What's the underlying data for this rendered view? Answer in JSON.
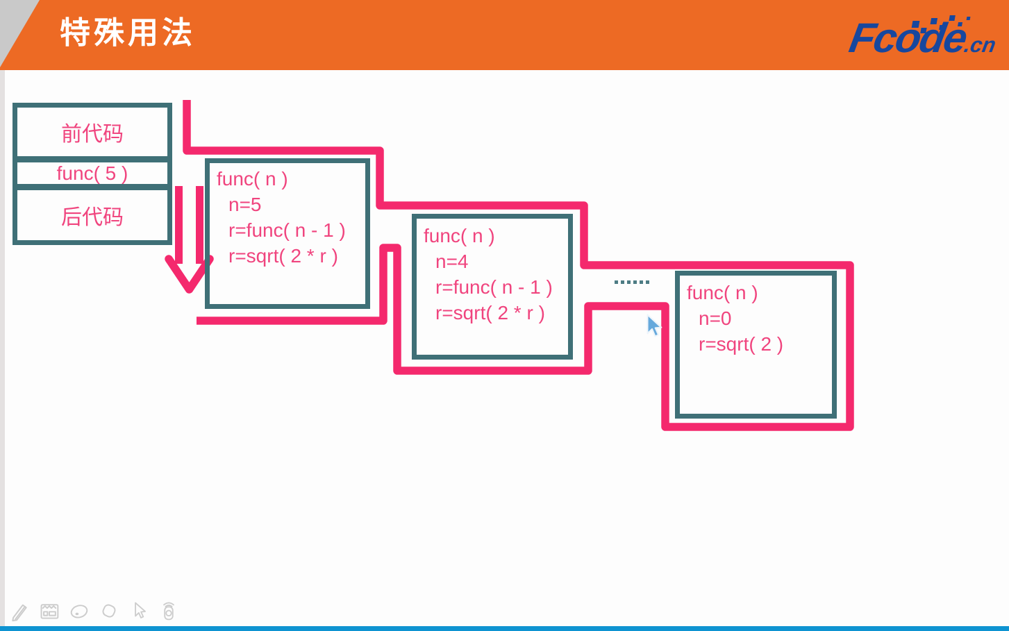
{
  "header": {
    "title": "特殊用法",
    "logo_main": "Fcode",
    "logo_tld": ".cn"
  },
  "caller_box": {
    "pre_label": "前代码",
    "call_label": "func( 5 )",
    "post_label": "后代码"
  },
  "frames": [
    {
      "lines": [
        "func( n )",
        "n=5",
        "r=func( n - 1 )",
        "r=sqrt( 2 * r )"
      ]
    },
    {
      "lines": [
        "func( n )",
        "n=4",
        "r=func( n - 1 )",
        "r=sqrt( 2 * r )"
      ]
    },
    {
      "lines": [
        "func( n )",
        "n=0",
        "r=sqrt( 2 )"
      ]
    }
  ],
  "diagram": {
    "ellipsis": "......"
  },
  "toolbar": {
    "icons": [
      "pen-icon",
      "annotation-panel-icon",
      "laser-pointer-icon",
      "eraser-icon",
      "cursor-icon",
      "presenter-remote-icon"
    ]
  },
  "colors": {
    "header_orange": "#ED6A24",
    "line_pink": "#F4296D",
    "text_pink": "#F0447E",
    "border_teal": "#3F7077",
    "logo_blue": "#17479E",
    "bottom_bar_blue": "#0E93D1"
  }
}
